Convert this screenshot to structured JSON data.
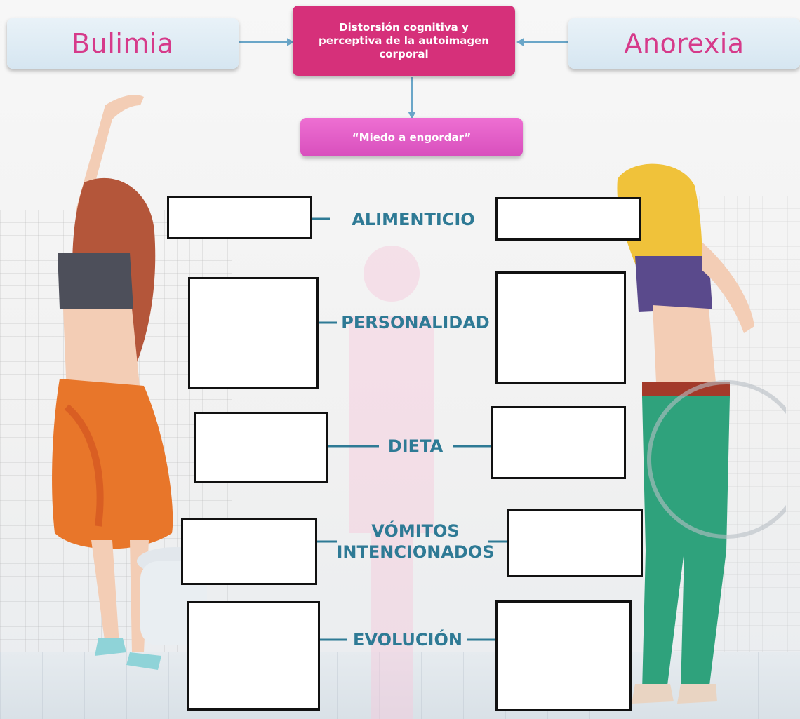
{
  "header": {
    "left_title": "Bulimia",
    "right_title": "Anorexia",
    "center_text": "Distorsión cognitiva y perceptiva de la autoimagen corporal",
    "sub_text": "“Miedo a engordar”"
  },
  "categories": [
    {
      "label": "ALIMENTICIO"
    },
    {
      "label": "PERSONALIDAD"
    },
    {
      "label": "DIETA"
    },
    {
      "label": "VÓMITOS INTENCIONADOS",
      "line1": "VÓMITOS",
      "line2": "INTENCIONADOS"
    },
    {
      "label": "EVOLUCIÓN"
    }
  ],
  "colors": {
    "title_text": "#d63a8a",
    "center_box": "#d6307a",
    "sub_box": "#e35fc8",
    "category_text": "#2e7a95",
    "connector": "#6aa6c8"
  }
}
